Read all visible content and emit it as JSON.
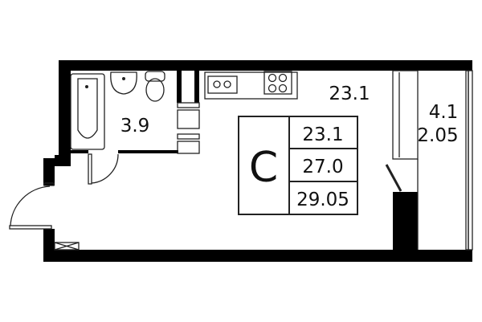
{
  "plan": {
    "apartment_type": "C",
    "areas": {
      "living": "23.1",
      "total": "27.0",
      "total_with_balcony": "29.05"
    },
    "rooms": {
      "main_room": "23.1",
      "bathroom": "3.9",
      "balcony_area": "4.1",
      "balcony_reduced_area": "2.05"
    }
  },
  "colors": {
    "wall": "#000000",
    "line": "#222222",
    "background": "#ffffff"
  }
}
